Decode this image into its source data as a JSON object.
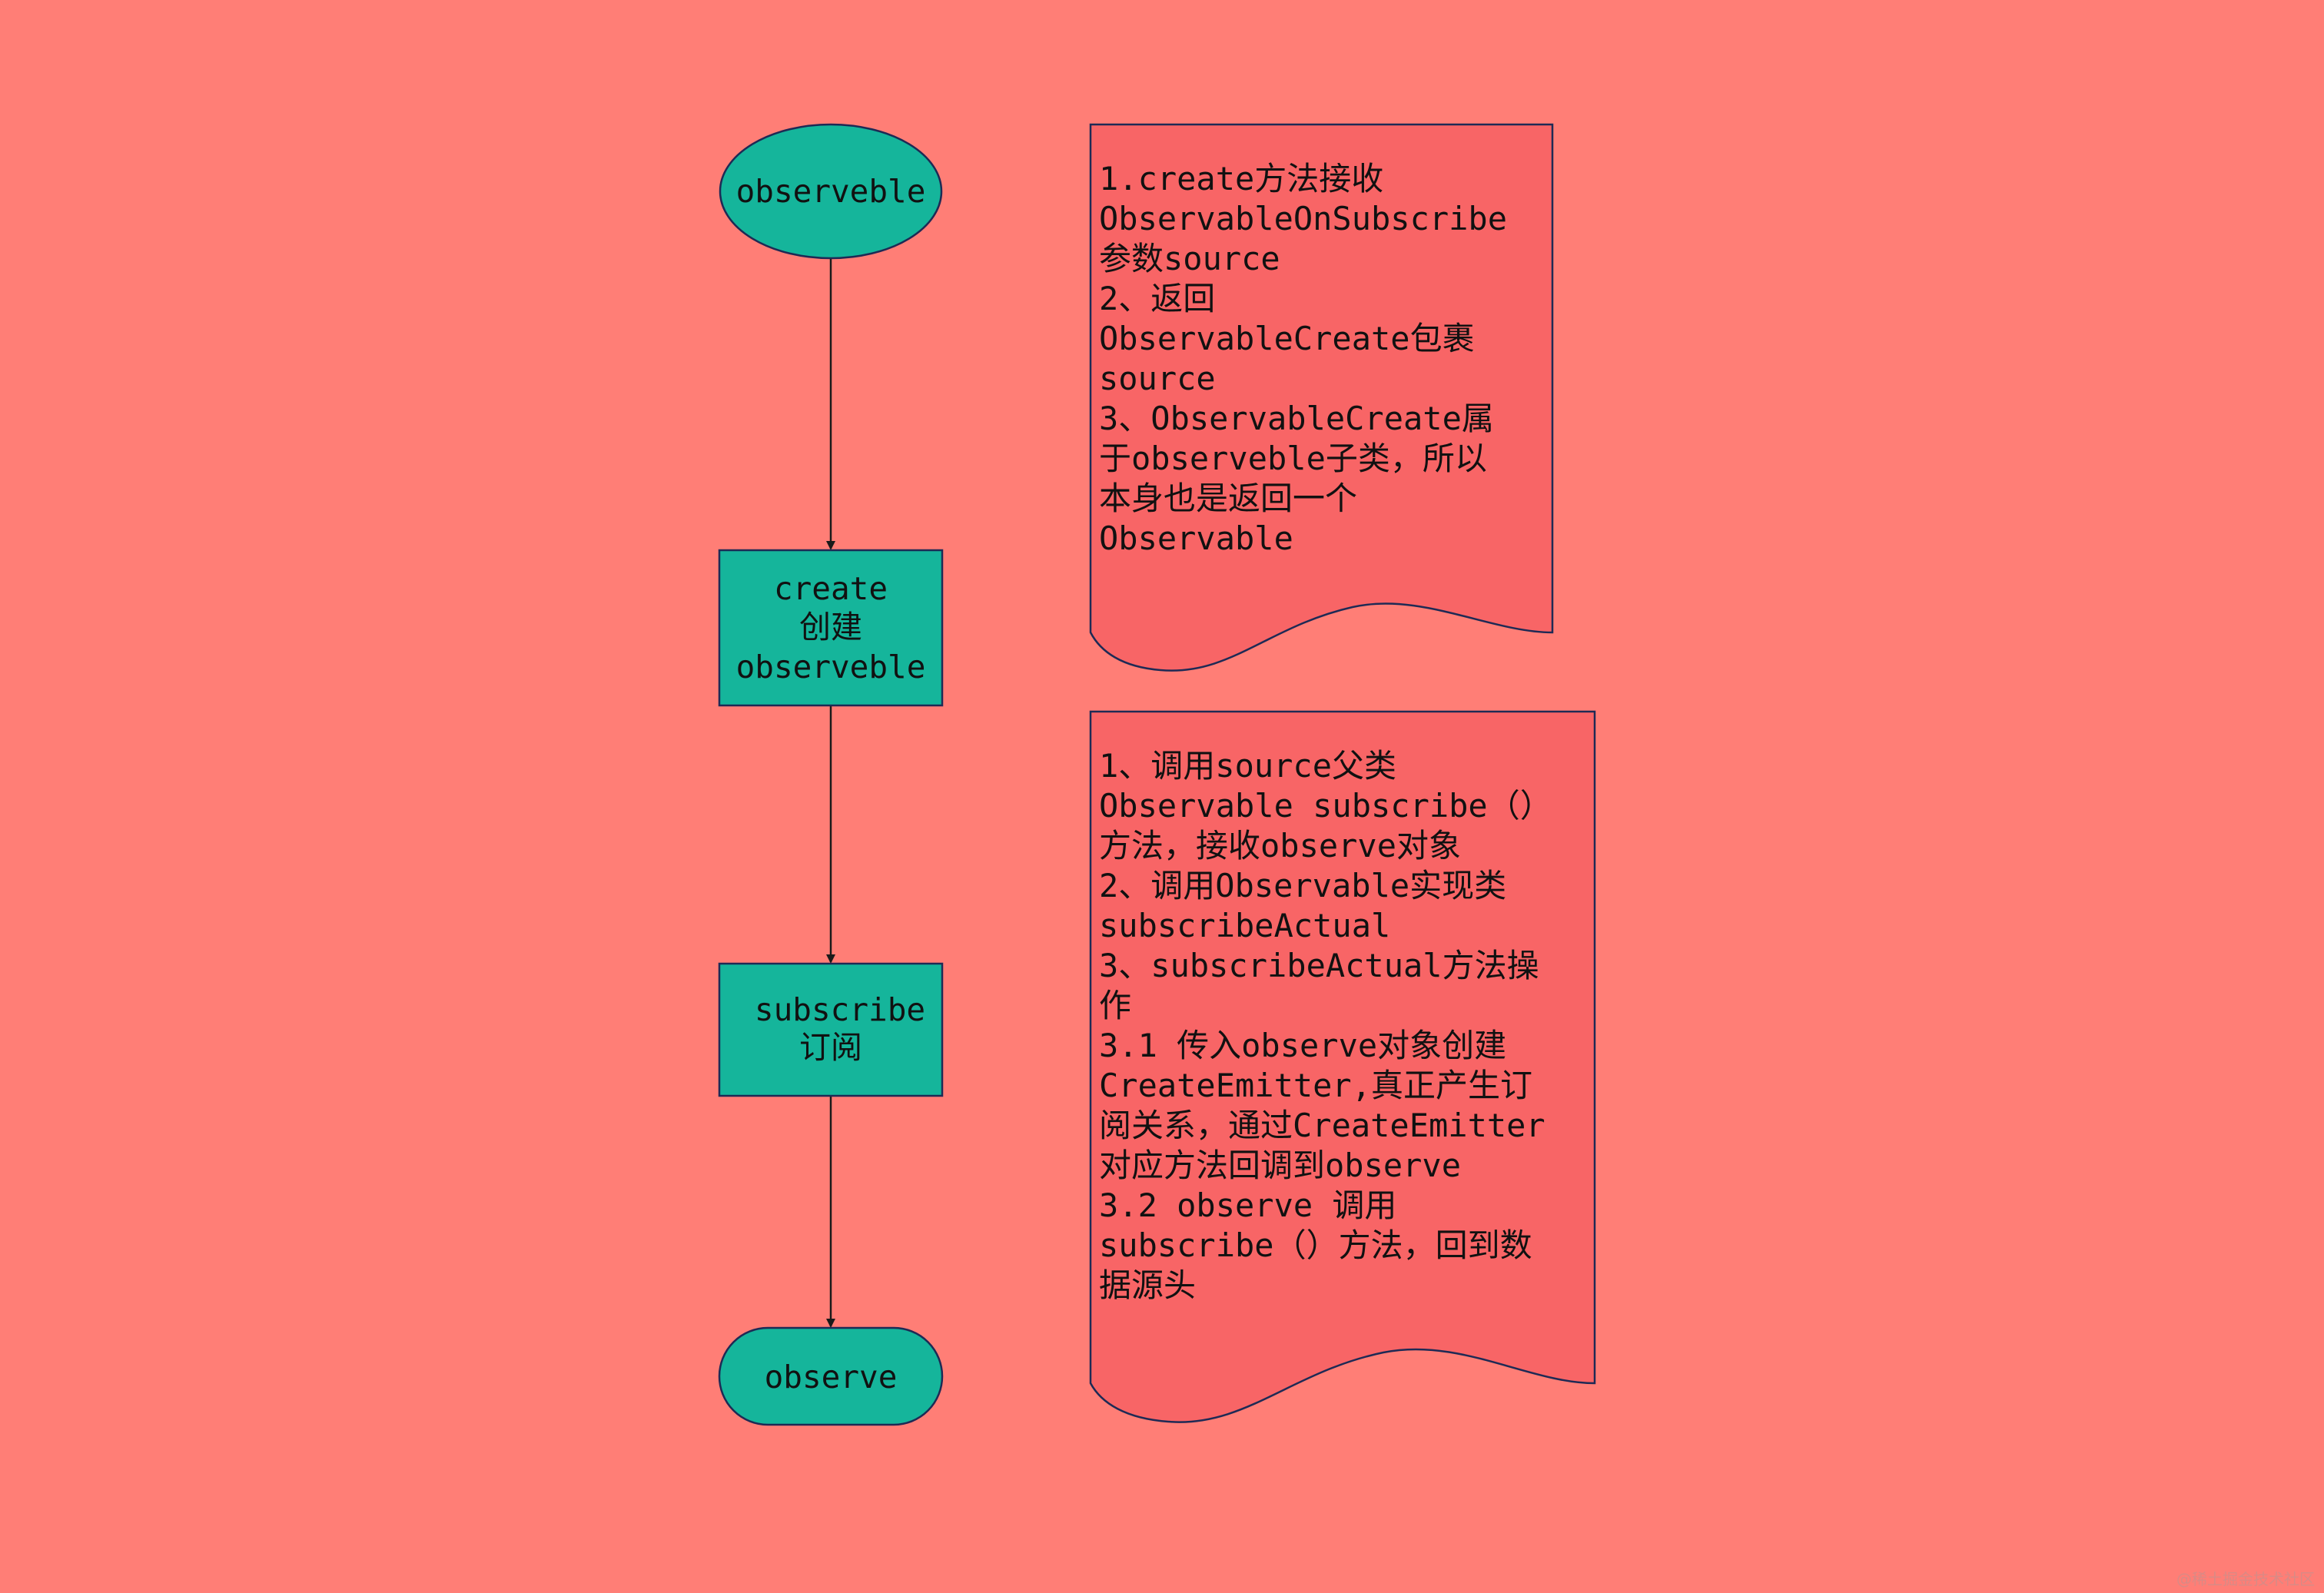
{
  "flow": {
    "start": "observeble",
    "create": [
      "create",
      "创建",
      "observeble"
    ],
    "subscribe": [
      "subscribe",
      "订阅"
    ],
    "end": "observe"
  },
  "notes": {
    "create_note": [
      "1.create方法接收",
      "ObservableOnSubscribe",
      "参数source",
      "2、返回",
      "ObservableCreate包裹",
      "source",
      "3、ObservableCreate属",
      "于observeble子类，所以",
      "本身也是返回一个",
      "Observable"
    ],
    "subscribe_note": [
      "1、调用source父类",
      "Observable subscribe（）",
      "方法，接收observe对象",
      "2、调用Observable实现类",
      "subscribeActual",
      "3、subscribeActual方法操",
      "作",
      "3.1 传入observe对象创建",
      "CreateEmitter,真正产生订",
      "阅关系，通过CreateEmitter",
      "对应方法回调到observe",
      "3.2 observe 调用",
      "subscribe（）方法，回到数",
      "据源头"
    ]
  },
  "watermark": "@稀土掘金技术社区",
  "colors": {
    "background": "#ff7e76",
    "node_fill": "#15b59b",
    "note_fill": "#f86566",
    "stroke": "#1e2a55"
  }
}
